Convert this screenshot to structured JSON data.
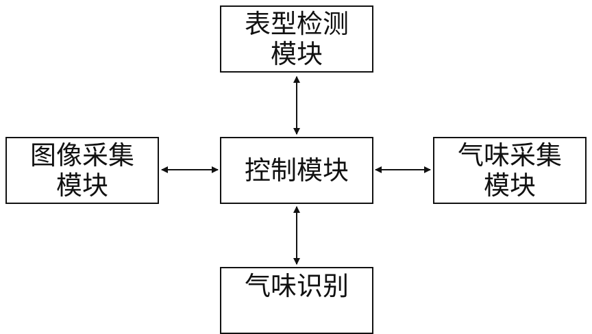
{
  "diagram": {
    "nodes": {
      "top": {
        "line1": "表型检测",
        "line2": "模块"
      },
      "left": {
        "line1": "图像采集",
        "line2": "模块"
      },
      "center": {
        "label": "控制模块"
      },
      "right": {
        "line1": "气味采集",
        "line2": "模块"
      },
      "bottom": {
        "line1": "气味识别"
      }
    },
    "edges": [
      {
        "from": "center",
        "to": "top",
        "style": "bidirectional"
      },
      {
        "from": "center",
        "to": "left",
        "style": "bidirectional"
      },
      {
        "from": "center",
        "to": "right",
        "style": "bidirectional"
      },
      {
        "from": "center",
        "to": "bottom",
        "style": "bidirectional"
      }
    ]
  }
}
